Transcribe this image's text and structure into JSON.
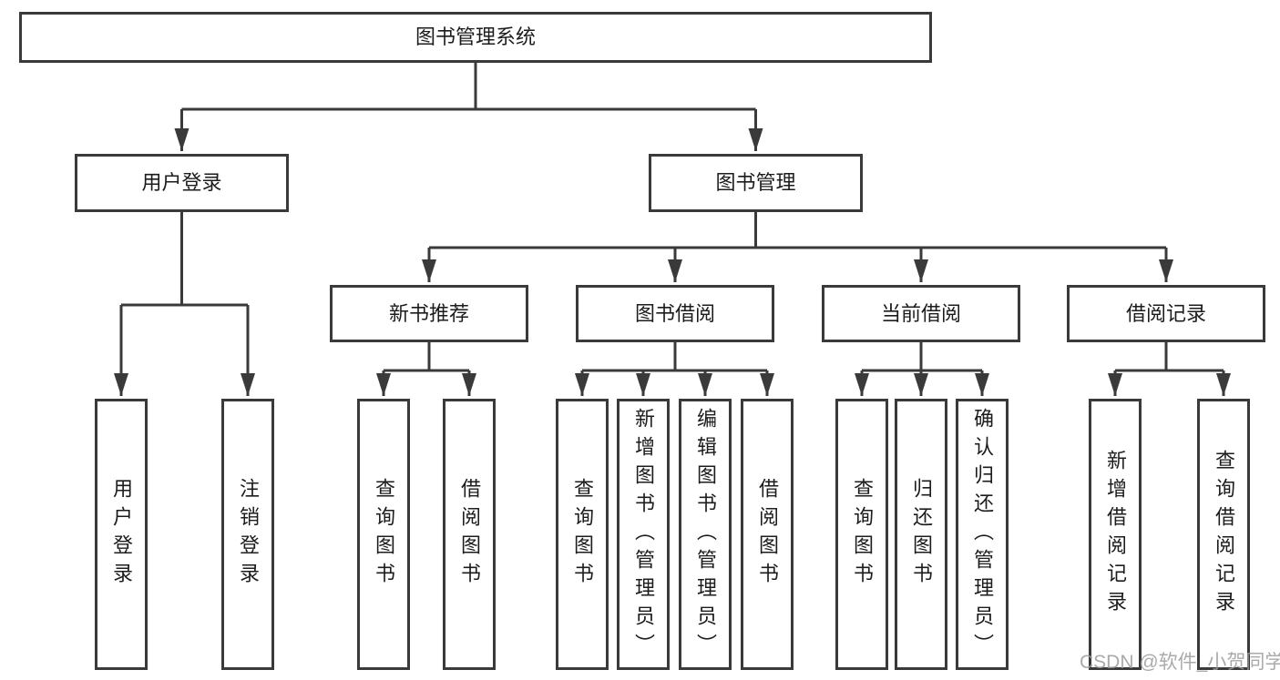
{
  "diagram": {
    "root": {
      "label": "图书管理系统"
    },
    "branches": [
      {
        "label": "用户登录",
        "children": [
          "用户登录",
          "注销登录"
        ]
      },
      {
        "label": "图书管理",
        "groups": [
          {
            "label": "新书推荐",
            "children": [
              "查询图书",
              "借阅图书"
            ]
          },
          {
            "label": "图书借阅",
            "children": [
              "查询图书",
              "新增图书（管理员）",
              "编辑图书（管理员）",
              "借阅图书"
            ]
          },
          {
            "label": "当前借阅",
            "children": [
              "查询图书",
              "归还图书",
              "确认归还（管理员）"
            ]
          },
          {
            "label": "借阅记录",
            "children": [
              "新增借阅记录",
              "查询借阅记录"
            ]
          }
        ]
      }
    ]
  },
  "watermark": {
    "text": "CSDN @软件_小贺同学"
  },
  "colors": {
    "line": "#3a3a3a",
    "text": "#1c1c1c",
    "watermark": "#9c9c9c",
    "bg": "#ffffff"
  }
}
